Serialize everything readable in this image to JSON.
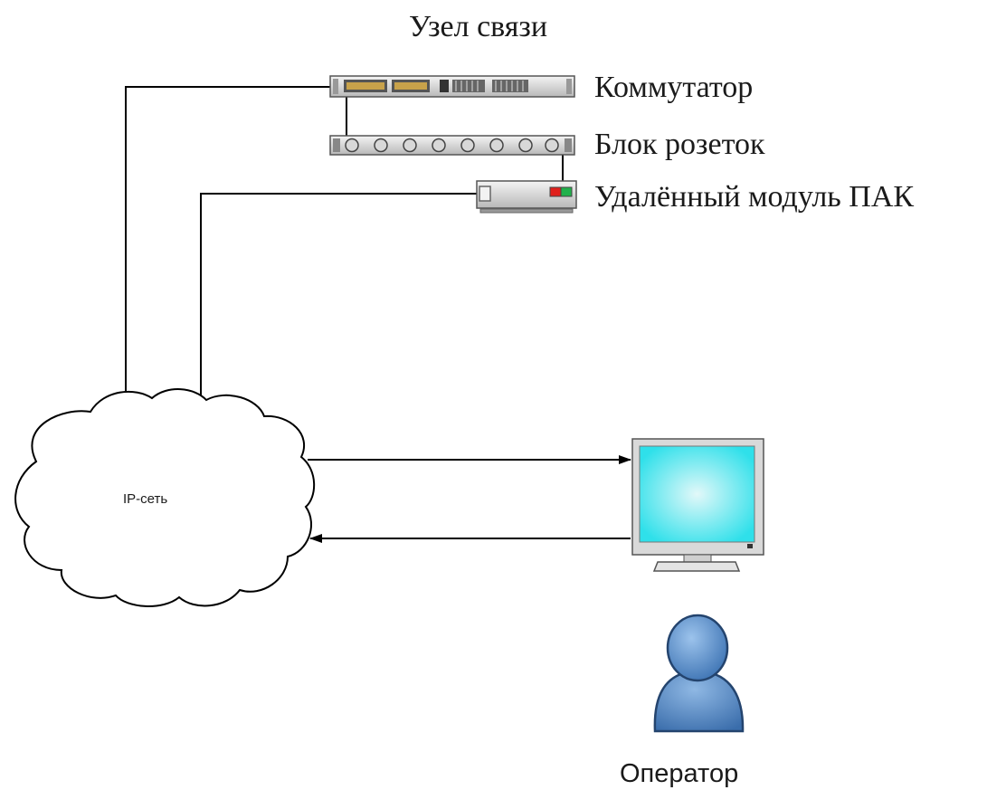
{
  "title": "Узел связи",
  "devices": {
    "switch_label": "Коммутатор",
    "power_strip_label": "Блок розеток",
    "remote_module_label": "Удалённый модуль ПАК"
  },
  "network": {
    "cloud_label": "IP-сеть"
  },
  "operator": {
    "label": "Оператор"
  },
  "colors": {
    "line": "#000000",
    "screen": "#3fe6ee",
    "screen_center": "#d9f7f8",
    "user_body": "#5b8ec6",
    "led_red": "#e0201c",
    "led_green": "#22b14c",
    "port_amber": "#c8a24a"
  }
}
